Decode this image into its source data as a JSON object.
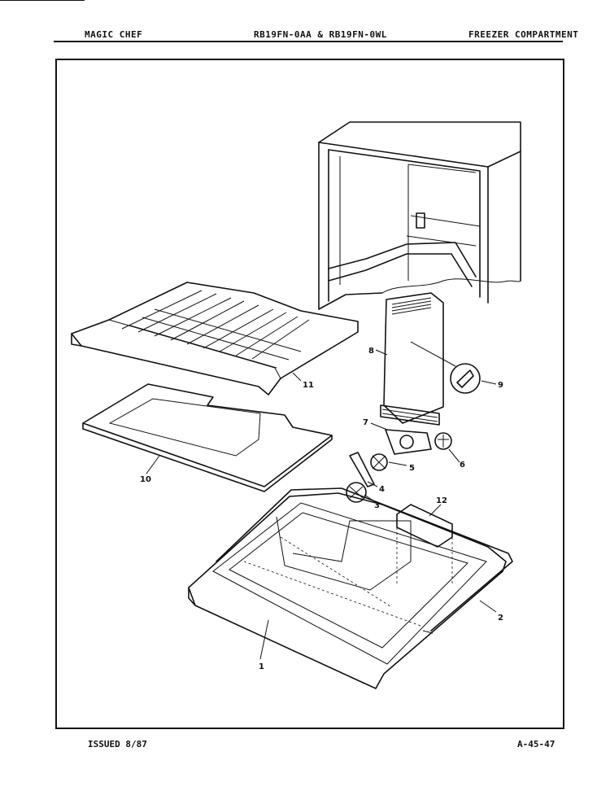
{
  "header": {
    "brand": "MAGIC CHEF",
    "model": "RB19FN-0AA & RB19FN-0WL",
    "section": "FREEZER COMPARTMENT"
  },
  "footer": {
    "issued": "ISSUED 8/87",
    "page_code": "A-45-47"
  },
  "callouts": [
    "1",
    "2",
    "3",
    "4",
    "5",
    "6",
    "7",
    "8",
    "9",
    "10",
    "11",
    "12"
  ]
}
